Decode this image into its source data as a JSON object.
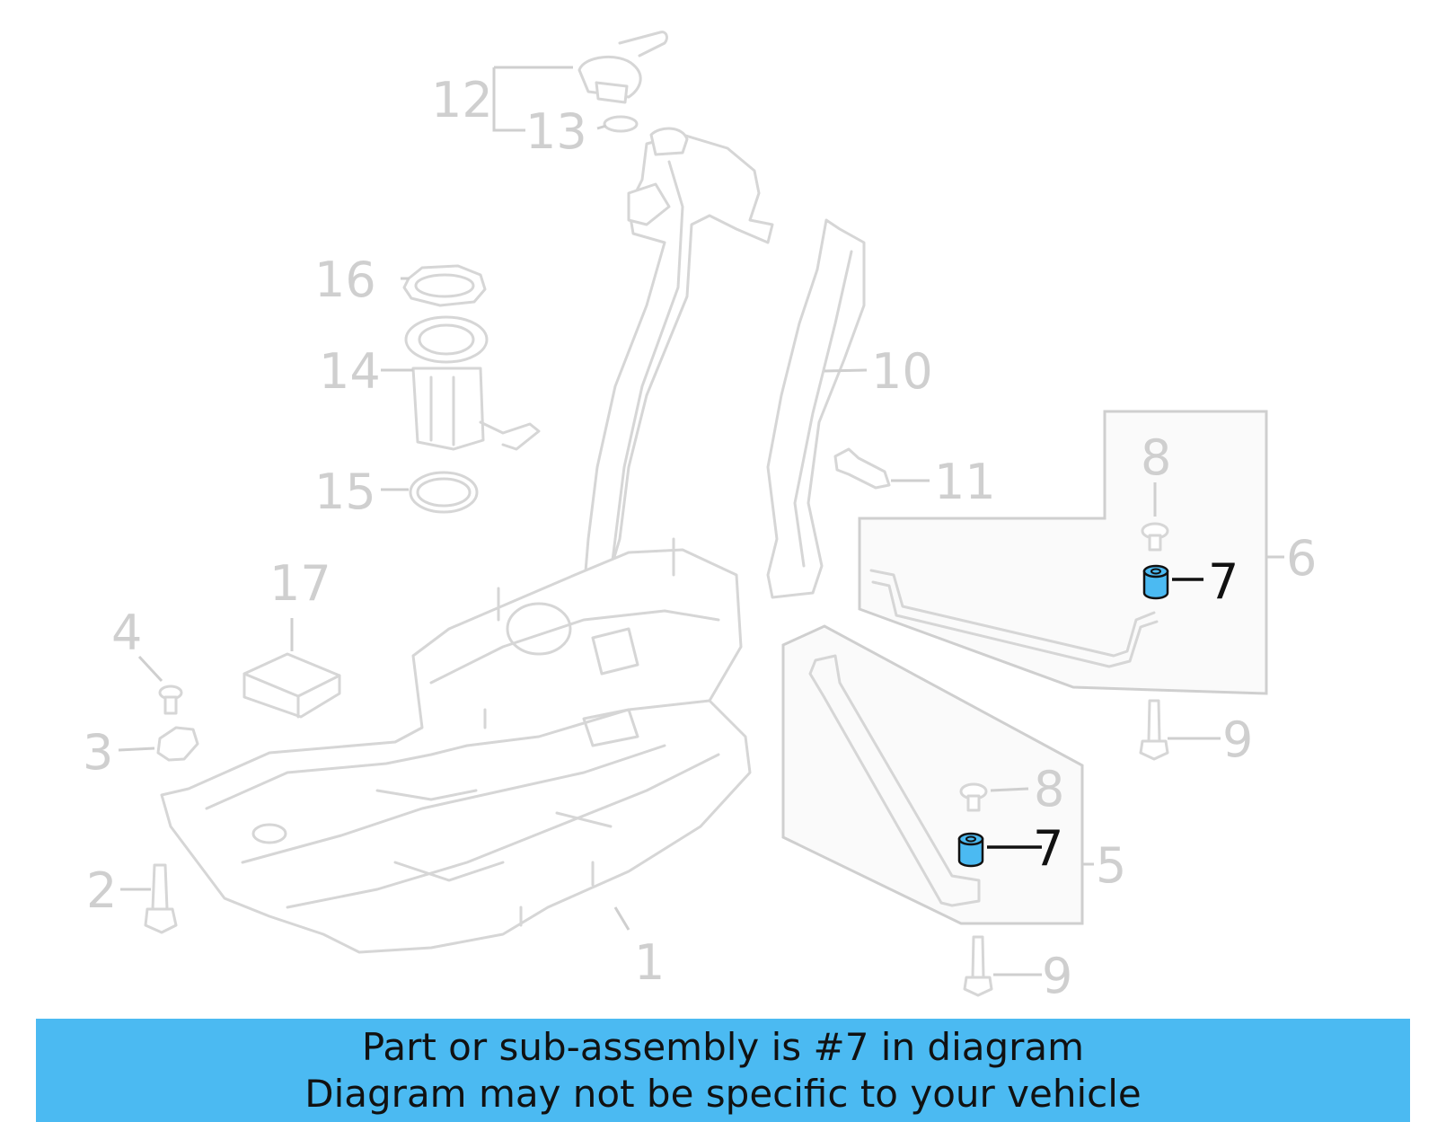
{
  "callouts": {
    "c1": "1",
    "c2": "2",
    "c3": "3",
    "c4": "4",
    "c5": "5",
    "c6": "6",
    "c7a": "7",
    "c7b": "7",
    "c8a": "8",
    "c8b": "8",
    "c9a": "9",
    "c9b": "9",
    "c10": "10",
    "c11": "11",
    "c12": "12",
    "c13": "13",
    "c14": "14",
    "c15": "15",
    "c16": "16",
    "c17": "17"
  },
  "highlight": {
    "part_number": "7",
    "color": "#4bbaf2",
    "label_color": "#111111"
  },
  "banner": {
    "line1": "Part or sub-assembly is #7 in diagram",
    "line2": "Diagram may not be specific to your vehicle",
    "background": "#4bbaf2"
  }
}
